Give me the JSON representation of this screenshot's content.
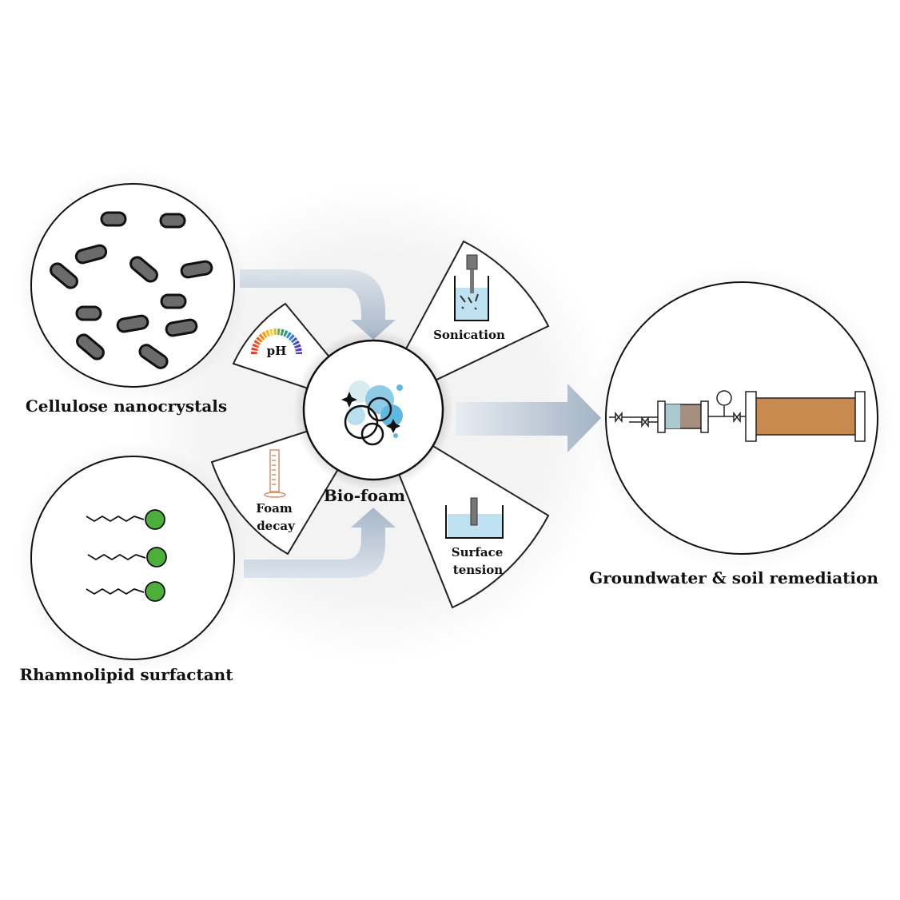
{
  "labels": {
    "cnc": "Cellulose nanocrystals",
    "rhamnolipid": "Rhamnolipid surfactant",
    "remediation": "Groundwater & soil remediation",
    "biofoam": "Bio-foam",
    "ph": "pH",
    "sonication": "Sonication",
    "foam_decay_1": "Foam",
    "foam_decay_2": "decay",
    "surface_tension_1": "Surface",
    "surface_tension_2": "tension"
  },
  "colors": {
    "arrow": "#a9b8c9",
    "rhamnolipid_head": "#4caf3a",
    "nanocrystal": "#6b6b6b",
    "soil": "#c98a4f",
    "water": "#bfe2f2",
    "foam": "#5fb8e0"
  }
}
